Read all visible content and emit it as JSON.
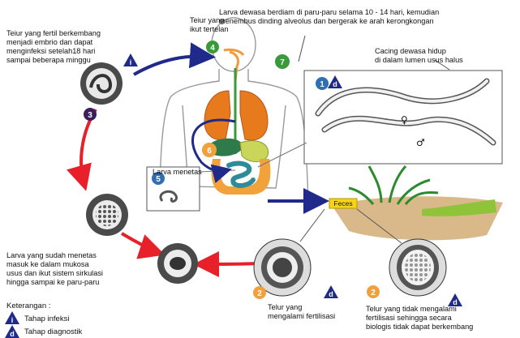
{
  "labels": {
    "stage3": "Teiur yang fertil berkembang\nmenjadi  embrio dan dapat\nmenginfeksi setelah18 hari\nsampai beberapa minggu",
    "stage4": "Teiur yang\nikut tertelan",
    "stage7": "Larva dewasa berdiam di paru-paru selama 10 - 14 hari, kemudian\nmenembus dinding alveolus dan bergerak ke arah kerongkongan",
    "stage1": "Cacing dewasa hidup\ndi dalam lumen usus halus",
    "stage5": "Larva menetas",
    "stage6": "Larva yang sudah menetas\nmasuk ke dalam mukosa\nusus dan ikut sistem sirkulasi\nhingga sampai ke paru-paru",
    "feces": "Feces",
    "fertile": "Telur yang\nmengalami fertilisasi",
    "unfertile": "Telur yang tidak mengalami\nfertilisasi sehingga secara\nbiologis tidak dapat berkembang",
    "female": "♀",
    "male": "♂"
  },
  "badges": {
    "b1": "1",
    "b2a": "2",
    "b2b": "2",
    "b3": "3",
    "b4": "4",
    "b5": "5",
    "b6": "6",
    "b7": "7",
    "i": "i",
    "d": "d"
  },
  "legend": {
    "title": "Keterangan :",
    "infective_label": "Tahap infeksi",
    "diagnostic_label": "Tahap diagnostik",
    "infective_symbol": "i",
    "diagnostic_symbol": "d"
  },
  "colors": {
    "cycle_red": "#e8202a",
    "arrow_blue": "#1f2a8a",
    "badge_blue": "#2e6fb5",
    "badge_green": "#3a9a3a",
    "badge_orange": "#f2a03a",
    "badge_purple": "#3a1f5c",
    "lung": "#e87a1e",
    "intestine": "#f2a23a",
    "stomach": "#c9d65a",
    "liver": "#2f7a4a",
    "feces": "#f7d417",
    "soil": "#d9b98a"
  }
}
